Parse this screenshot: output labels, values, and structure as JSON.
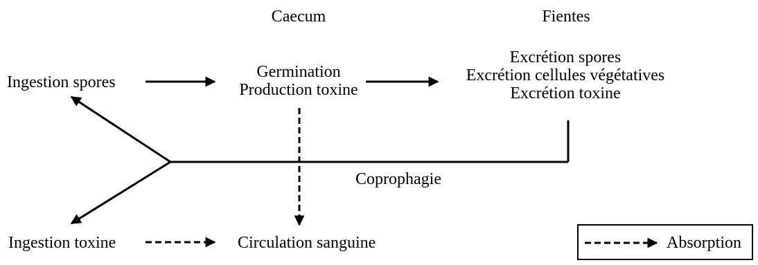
{
  "headers": {
    "caecum": "Caecum",
    "fientes": "Fientes"
  },
  "nodes": {
    "ingestion_spores": "Ingestion spores",
    "caecum_lines": [
      "Germination",
      "Production toxine"
    ],
    "fientes_lines": [
      "Excrétion spores",
      "Excrétion cellules végétatives",
      "Excrétion toxine"
    ],
    "coprophagie": "Coprophagie",
    "ingestion_toxine": "Ingestion toxine",
    "circulation": "Circulation sanguine"
  },
  "legend": {
    "label": "Absorption",
    "line_style": "dashed"
  },
  "colors": {
    "stroke": "#000000",
    "background": "#ffffff"
  }
}
